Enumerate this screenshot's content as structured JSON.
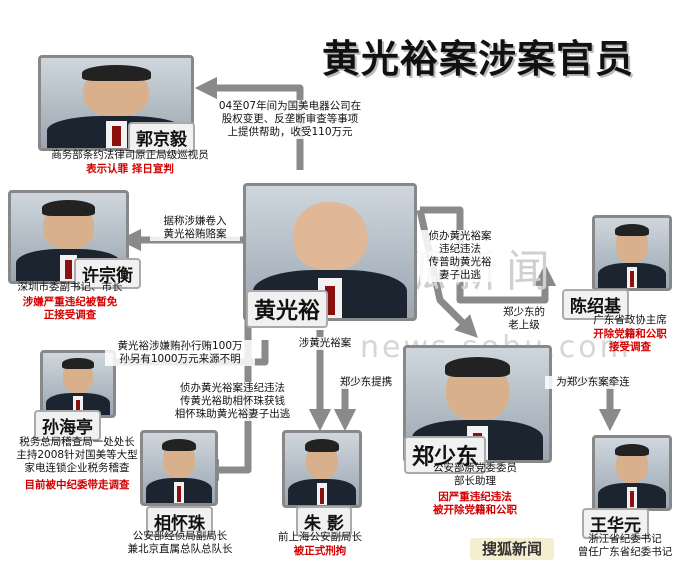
{
  "title": "黄光裕案涉案官员",
  "people": {
    "guo_jingyi": {
      "name": "郭京毅",
      "caption": "商务部条约法律司原正局级巡视员",
      "status": "表示认罪 择日宣判"
    },
    "xu_zongheng": {
      "name": "许宗衡",
      "caption": "深圳市委副书记、市长",
      "status": "涉嫌严重违纪被暂免\n正接受调查"
    },
    "huang_guangyu": {
      "name": "黄光裕"
    },
    "chen_shaoji": {
      "name": "陈绍基",
      "caption": "广东省政协主席",
      "status": "开除党籍和公职\n接受调查"
    },
    "sun_haiting": {
      "name": "孙海亭",
      "caption": "税务总局稽查局一处处长\n主持2008针对国美等大型\n家电连锁企业税务稽查",
      "status": "目前被中纪委带走调查"
    },
    "xiang_huaizhu": {
      "name": "相怀珠",
      "caption": "公安部经侦局副局长\n兼北京直属总队总队长"
    },
    "zhu_ying": {
      "name": "朱 影",
      "caption": "前上海公安副局长",
      "status": "被正式刑拘"
    },
    "zheng_shaodong": {
      "name": "郑少东",
      "caption": "公安部原党委委员\n部长助理",
      "status": "因严重违纪违法\n被开除党籍和公职"
    },
    "wang_huayuan": {
      "name": "王华元",
      "caption": "浙江省纪委书记\n曾任广东省纪委书记"
    }
  },
  "edge_labels": {
    "guo": "04至07年间为国美电器公司在\n股权变更、反垄断审查等事项\n上提供帮助，收受110万元",
    "xu": "据称涉嫌卷入\n黄光裕贿赂案",
    "zheng_right": "侦办黄光裕案\n违纪违法\n传普助黄光裕\n妻子出逃",
    "sun": "黄光裕涉嫌贿孙行贿100万\n孙另有1000万元来源不明",
    "zhu": "涉黄光裕案",
    "xiang": "侦办黄光裕案违纪违法\n传黄光裕助相怀珠获钱\n相怀珠助黄光裕妻子出逃",
    "zheng_promote": "郑少东提携",
    "chen": "郑少东的\n老上级",
    "wang": "为郑少东案牵连"
  },
  "watermark": {
    "cn": "搜狐新闻",
    "en": "news.sohu.com"
  },
  "logo": "搜狐新闻",
  "colors": {
    "status": "#d40000",
    "arrow": "#8a8a8a"
  }
}
